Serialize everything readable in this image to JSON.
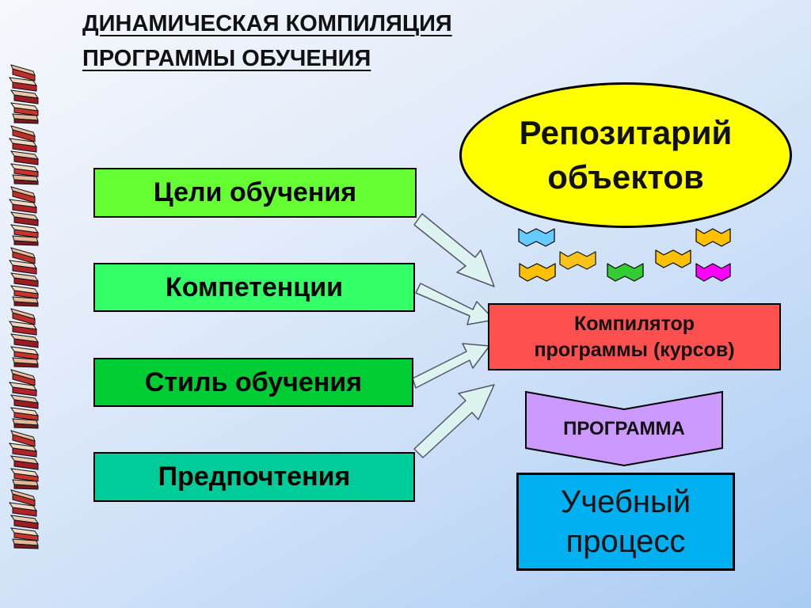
{
  "title": {
    "line1": "ДИНАМИЧЕСКАЯ КОМПИЛЯЦИЯ ",
    "line2": "ПРОГРАММЫ ОБУЧЕНИЯ"
  },
  "inputs": [
    {
      "label": "Цели обучения",
      "color": "#66ff33"
    },
    {
      "label": "Компетенции",
      "color": "#33ff66"
    },
    {
      "label": "Стиль обучения",
      "color": "#00cc33"
    },
    {
      "label": "Предпочтения",
      "color": "#00cc99"
    }
  ],
  "repository": {
    "line1": "Репозитарий",
    "line2": "объектов",
    "color": "#ffff00"
  },
  "compiler": {
    "line1": "Компилятор",
    "line2": "программы (курсов)",
    "color": "#ff5050"
  },
  "program": {
    "label": "ПРОГРАММА",
    "color": "#cc99ff"
  },
  "learning": {
    "line1": "Учебный",
    "line2": "процесс",
    "color": "#00b0f0"
  },
  "objects": {
    "icon": "learning-object-chevron-icon",
    "colors": [
      "#66ccff",
      "#ffc000",
      "#ffc000",
      "#ffc000",
      "#ffc000",
      "#33cc33",
      "#ffc000",
      "#ff00ff"
    ]
  },
  "decoration": {
    "icon": "book-stack-icon",
    "count": 8
  }
}
